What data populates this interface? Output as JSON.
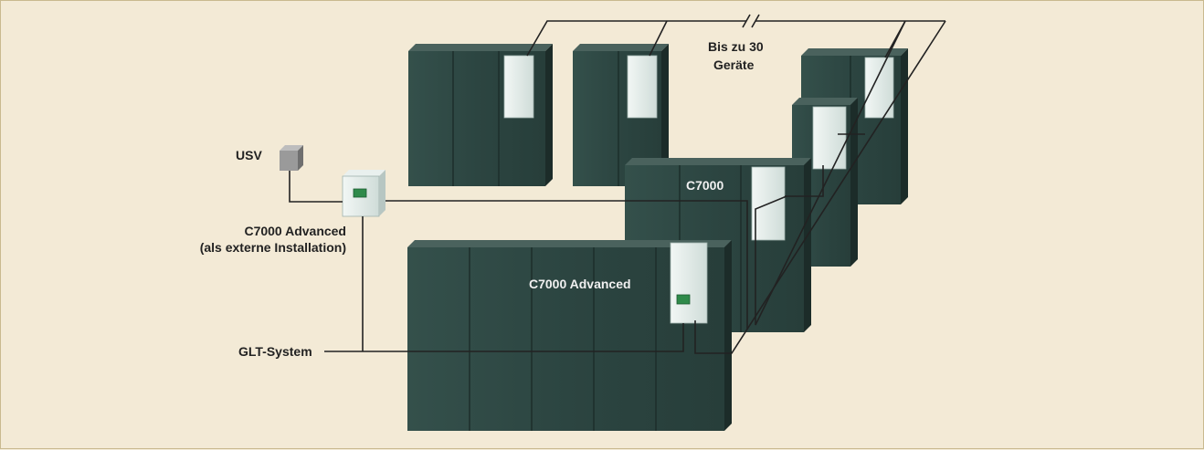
{
  "labels": {
    "usv": "USV",
    "advanced_external_line1": "C7000 Advanced",
    "advanced_external_line2": "(als externe Installation)",
    "glt_system": "GLT-System",
    "c7000": "C7000",
    "c7000_advanced": "C7000 Advanced",
    "bis_zu_line1": "Bis zu 30",
    "bis_zu_line2": "Geräte"
  },
  "colors": {
    "background": "#f3ead6",
    "cabinet_front": "#2f4743",
    "cabinet_side": "#1c2c29",
    "cabinet_top": "#4a625d",
    "controller_panel": "#dde8e4",
    "display_green": "#2f8a4a",
    "usv_box": "#9a9a9a",
    "cable": "#222222"
  }
}
